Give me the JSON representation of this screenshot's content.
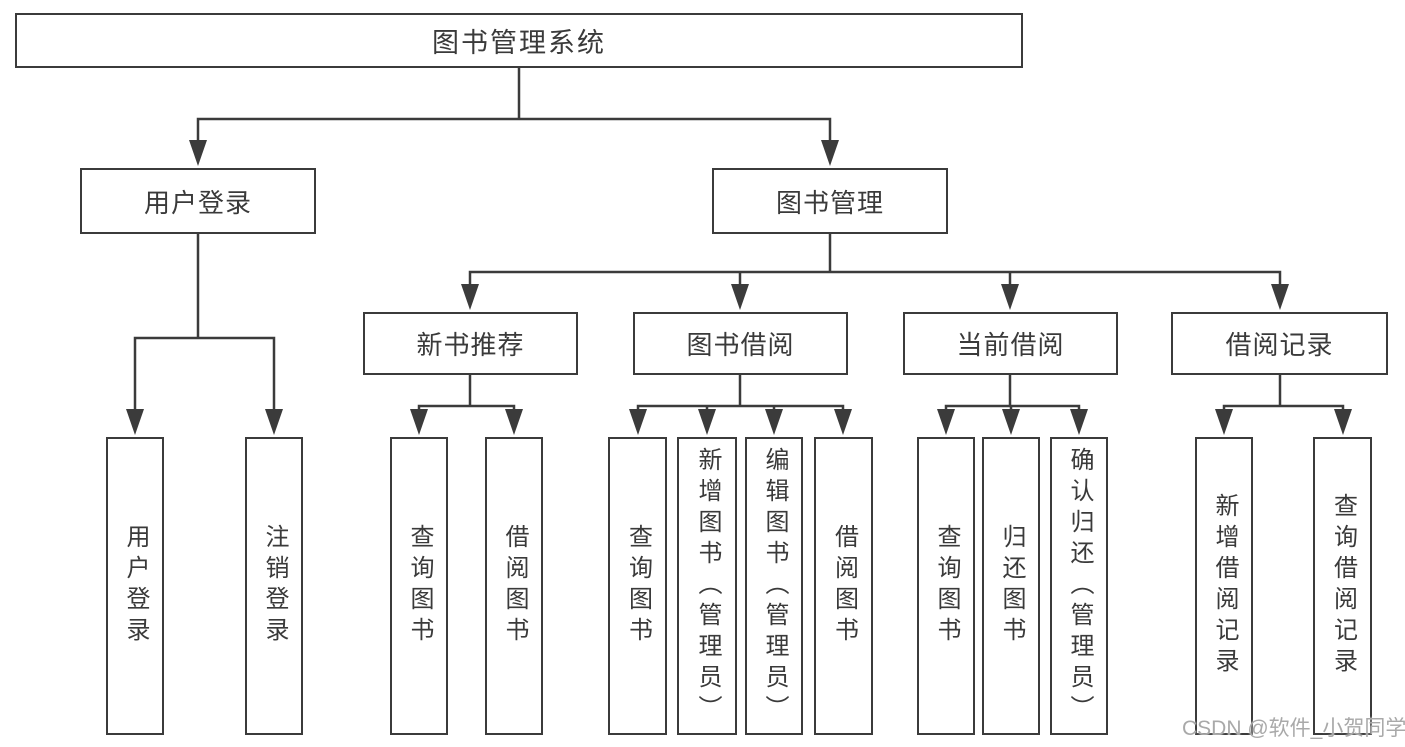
{
  "diagram": {
    "root": {
      "label": "图书管理系统"
    },
    "branches": [
      {
        "label": "用户登录",
        "children": [
          {
            "label": "用户登录"
          },
          {
            "label": "注销登录"
          }
        ]
      },
      {
        "label": "图书管理",
        "children": [
          {
            "label": "新书推荐",
            "children": [
              {
                "label": "查询图书"
              },
              {
                "label": "借阅图书"
              }
            ]
          },
          {
            "label": "图书借阅",
            "children": [
              {
                "label": "查询图书"
              },
              {
                "label": "新增图书（管理员）"
              },
              {
                "label": "编辑图书（管理员）"
              },
              {
                "label": "借阅图书"
              }
            ]
          },
          {
            "label": "当前借阅",
            "children": [
              {
                "label": "查询图书"
              },
              {
                "label": "归还图书"
              },
              {
                "label": "确认归还（管理员）"
              }
            ]
          },
          {
            "label": "借阅记录",
            "children": [
              {
                "label": "新增借阅记录"
              },
              {
                "label": "查询借阅记录"
              }
            ]
          }
        ]
      }
    ]
  },
  "watermark": {
    "text": "CSDN @软件_小贺同学"
  },
  "colors": {
    "line": "#3b3b3b",
    "box_border": "#3b3b3b",
    "text": "#3a3a3a",
    "watermark": "#a9a9a9",
    "background": "#ffffff"
  }
}
